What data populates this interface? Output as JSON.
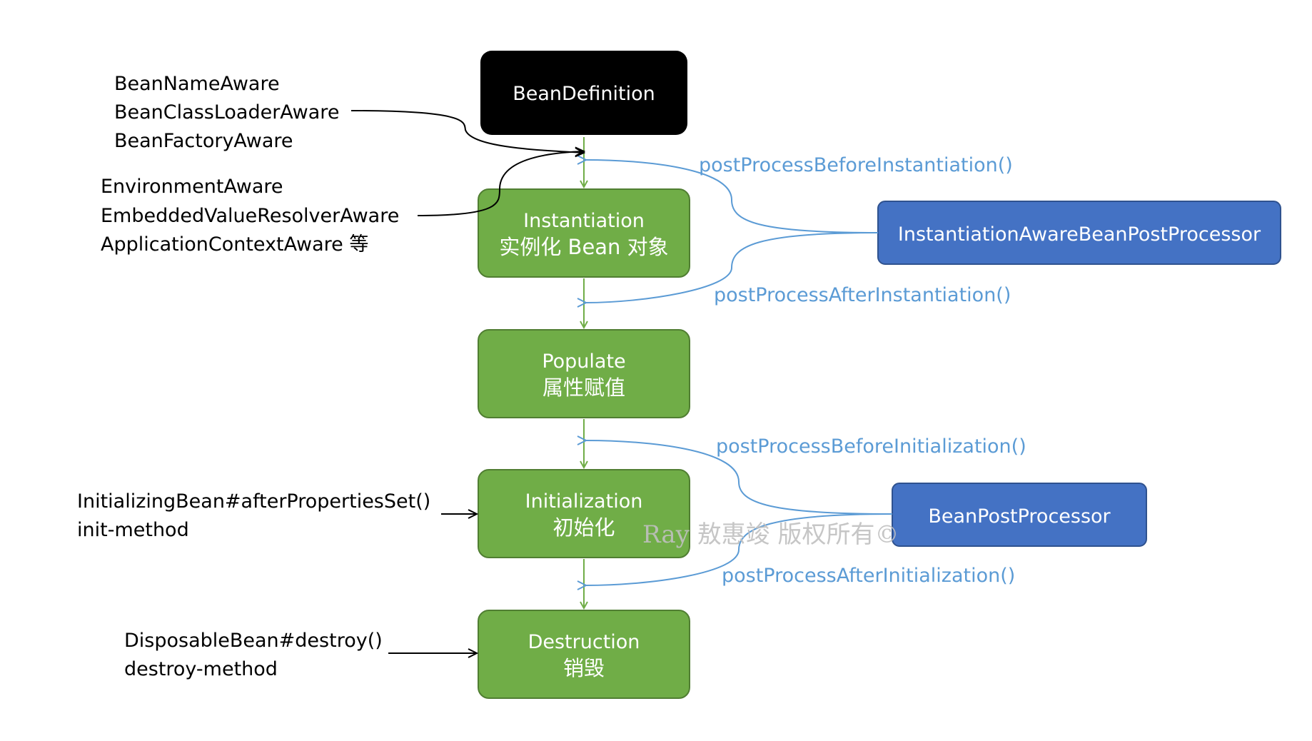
{
  "colors": {
    "background": "#ffffff",
    "black_box": "#000000",
    "green_fill": "#70ad47",
    "green_border": "#507e32",
    "green_arrow": "#70ad47",
    "blue_fill": "#4472c4",
    "blue_border": "#2f528f",
    "blue_line": "#5b9bd5",
    "black_arrow": "#000000",
    "watermark": "#c0c0c0"
  },
  "nodes": {
    "bean_definition": {
      "label": "BeanDefinition"
    },
    "instantiation": {
      "line1": "Instantiation",
      "line2": "实例化 Bean 对象"
    },
    "populate": {
      "line1": "Populate",
      "line2": "属性赋值"
    },
    "initialization": {
      "line1": "Initialization",
      "line2": "初始化"
    },
    "destruction": {
      "line1": "Destruction",
      "line2": "销毁"
    },
    "instantiation_aware_processor": {
      "label": "InstantiationAwareBeanPostProcessor"
    },
    "bean_post_processor": {
      "label": "BeanPostProcessor"
    }
  },
  "aware_groups": {
    "group1": [
      "BeanNameAware",
      "BeanClassLoaderAware",
      "BeanFactoryAware"
    ],
    "group2": [
      "EnvironmentAware",
      "EmbeddedValueResolverAware",
      "ApplicationContextAware 等"
    ]
  },
  "init_hooks": [
    "InitializingBean#afterPropertiesSet()",
    "init-method"
  ],
  "destroy_hooks": [
    "DisposableBean#destroy()",
    "destroy-method"
  ],
  "callbacks": {
    "before_instantiation": "postProcessBeforeInstantiation()",
    "after_instantiation": "postProcessAfterInstantiation()",
    "before_initialization": "postProcessBeforeInitialization()",
    "after_initialization": "postProcessAfterInitialization()"
  },
  "watermark": "Ray 敖惠竣 版权所有©"
}
